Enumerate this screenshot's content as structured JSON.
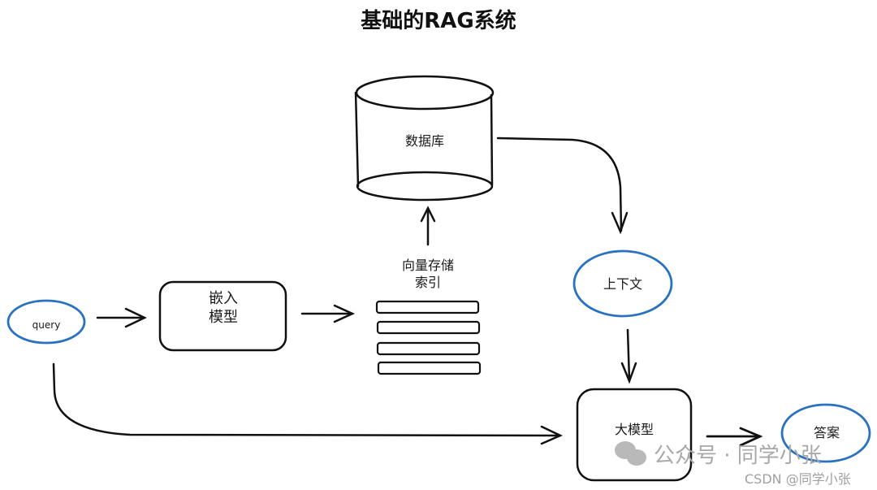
{
  "title": "基础的RAG系统",
  "nodes": {
    "database": "数据库",
    "query": "query",
    "embedding_model_line1": "嵌入",
    "embedding_model_line2": "模型",
    "vector_index_line1": "向量存储",
    "vector_index_line2": "索引",
    "context": "上下文",
    "llm": "大模型",
    "answer": "答案"
  },
  "colors": {
    "stroke": "#111111",
    "accent_ellipse": "#2a72c0",
    "watermark": "#9a9a9a"
  },
  "watermark": {
    "wechat": "公众号 · 同学小张",
    "csdn": "CSDN @同学小张"
  }
}
